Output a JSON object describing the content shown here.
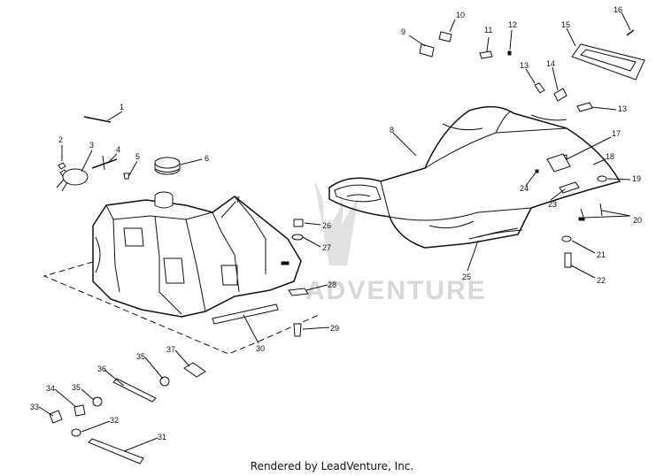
{
  "watermark": "ADVENTURE",
  "footer": "Rendered by LeadVenture, Inc.",
  "callouts": [
    {
      "number": "1"
    },
    {
      "number": "2"
    },
    {
      "number": "3"
    },
    {
      "number": "4"
    },
    {
      "number": "5"
    },
    {
      "number": "6"
    },
    {
      "number": "7"
    },
    {
      "number": "8"
    },
    {
      "number": "9"
    },
    {
      "number": "10"
    },
    {
      "number": "11"
    },
    {
      "number": "12"
    },
    {
      "number": "13"
    },
    {
      "number": "13"
    },
    {
      "number": "14"
    },
    {
      "number": "15"
    },
    {
      "number": "16"
    },
    {
      "number": "17"
    },
    {
      "number": "18"
    },
    {
      "number": "19"
    },
    {
      "number": "20"
    },
    {
      "number": "21"
    },
    {
      "number": "22"
    },
    {
      "number": "23"
    },
    {
      "number": "24"
    },
    {
      "number": "25"
    },
    {
      "number": "26"
    },
    {
      "number": "27"
    },
    {
      "number": "28"
    },
    {
      "number": "29"
    },
    {
      "number": "30"
    },
    {
      "number": "31"
    },
    {
      "number": "32"
    },
    {
      "number": "33"
    },
    {
      "number": "34"
    },
    {
      "number": "35"
    },
    {
      "number": "35"
    },
    {
      "number": "36"
    },
    {
      "number": "37"
    }
  ]
}
